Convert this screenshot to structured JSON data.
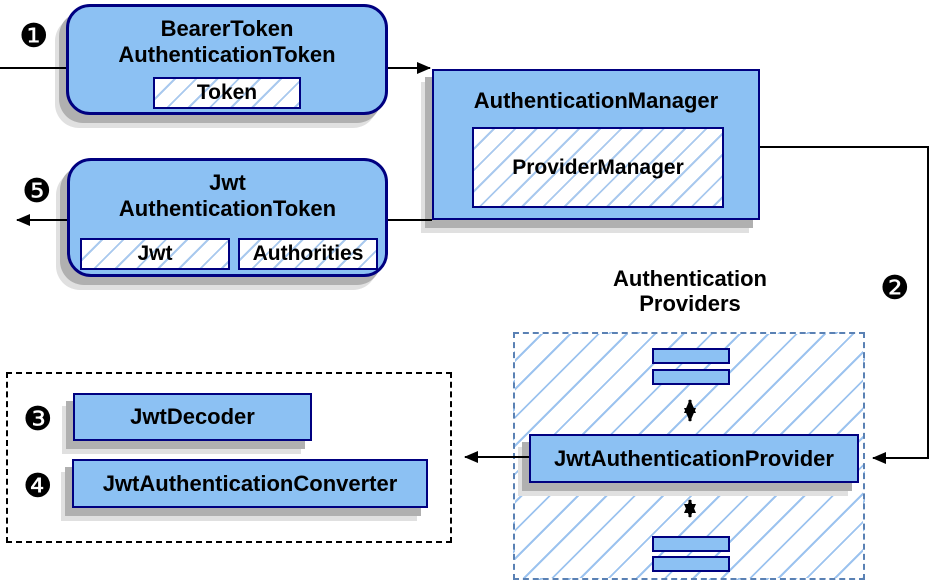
{
  "colors": {
    "node_fill": "#8cc1f3",
    "node_border": "#000080",
    "hatch_line": "#a9c9ee",
    "group_dashed_border": "#5a81b4",
    "black_dashed_border": "#000000",
    "connector": "#000000",
    "shadow": "#b0b0b0"
  },
  "badges": {
    "b1": "❶",
    "b2": "❷",
    "b3": "❸",
    "b4": "❹",
    "b5": "❺"
  },
  "nodes": {
    "bearer_token": {
      "line1": "BearerToken",
      "line2": "AuthenticationToken",
      "field": "Token"
    },
    "auth_manager": {
      "title": "AuthenticationManager",
      "field": "ProviderManager"
    },
    "jwt_token": {
      "line1": "Jwt",
      "line2": "AuthenticationToken",
      "fields": [
        "Jwt",
        "Authorities"
      ]
    },
    "providers_group": {
      "line1": "Authentication",
      "line2": "Providers"
    },
    "jwt_auth_provider": {
      "title": "JwtAuthenticationProvider"
    },
    "jwt_decoder": {
      "title": "JwtDecoder"
    },
    "jwt_auth_converter": {
      "title": "JwtAuthenticationConverter"
    }
  }
}
